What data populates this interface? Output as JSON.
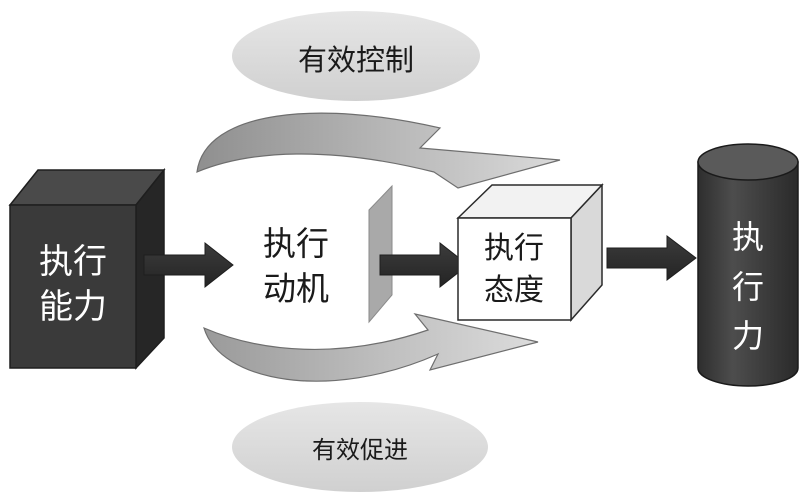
{
  "top_ellipse": {
    "label": "有效控制"
  },
  "bottom_ellipse": {
    "label": "有效促进"
  },
  "left_cube": {
    "line1": "执行",
    "line2": "能力"
  },
  "motivation": {
    "line1": "执行",
    "line2": "动机"
  },
  "attitude_cube": {
    "line1": "执行",
    "line2": "态度"
  },
  "cylinder": {
    "line1": "执",
    "line2": "行",
    "line3": "力"
  }
}
